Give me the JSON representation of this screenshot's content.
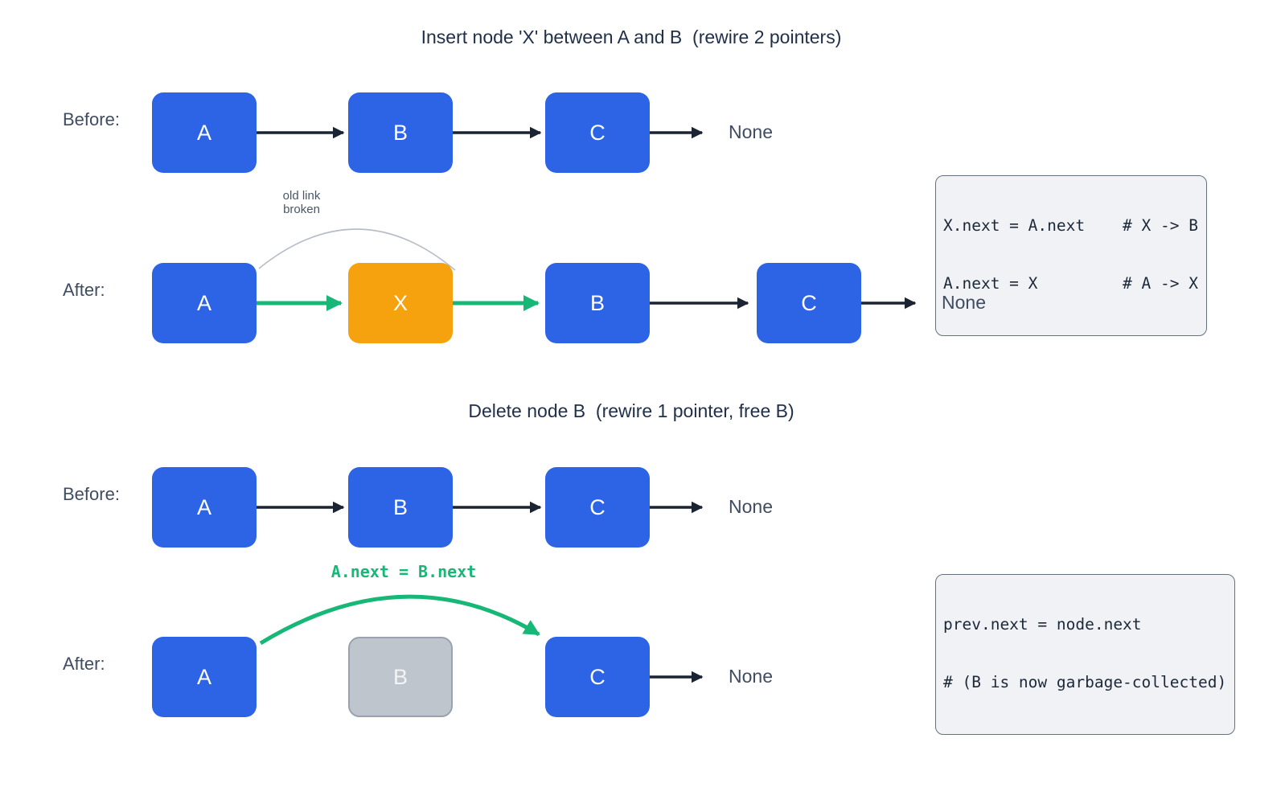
{
  "colors": {
    "node_blue": "#2d64e6",
    "node_orange": "#f5a20e",
    "node_gray": "#bfc5cd",
    "node_gray_border": "#99a2ae",
    "arrow_dark": "#1a2433",
    "green": "#17b877",
    "arc_gray": "#b7bdc7",
    "text_dark": "#21304a",
    "text_slate": "#3f4c61",
    "note_slate": "#4a5769",
    "code_bg": "#f0f2f5",
    "code_border": "#66717f",
    "code_text": "#1d2838"
  },
  "insert_section": {
    "title": "Insert node 'X' between A and B  (rewire 2 pointers)",
    "before": {
      "label": "Before:",
      "nodes": [
        "A",
        "B",
        "C"
      ],
      "tail": "None"
    },
    "after": {
      "label": "After:",
      "nodes": [
        "A",
        "X",
        "B",
        "C"
      ],
      "tail": "None"
    },
    "broken_note": [
      "old link",
      "broken"
    ],
    "code": [
      "X.next = A.next    # X -> B",
      "A.next = X         # A -> X"
    ]
  },
  "delete_section": {
    "title": "Delete node B  (rewire 1 pointer, free B)",
    "before": {
      "label": "Before:",
      "nodes": [
        "A",
        "B",
        "C"
      ],
      "tail": "None"
    },
    "after": {
      "label": "After:",
      "nodes": [
        "A",
        "B",
        "C"
      ],
      "tail": "None"
    },
    "rewire_label": "A.next = B.next",
    "code": [
      "prev.next = node.next",
      "# (B is now garbage-collected)"
    ]
  }
}
